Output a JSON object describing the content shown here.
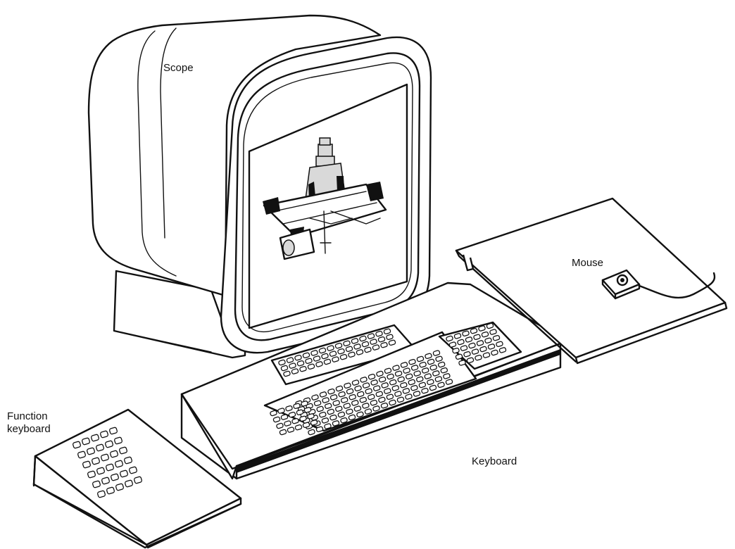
{
  "labels": {
    "scope": "Scope",
    "mouse": "Mouse",
    "keyboard": "Keyboard",
    "function_keyboard_line1": "Function",
    "function_keyboard_line2": "keyboard"
  }
}
